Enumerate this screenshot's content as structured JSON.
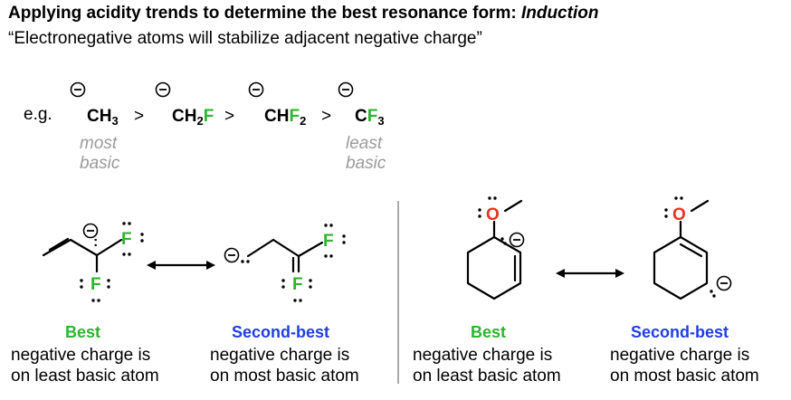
{
  "heading": {
    "title_main": "Applying acidity trends to determine the best resonance form: ",
    "title_italic": "Induction",
    "subtitle": "“Electronegative atoms will stabilize adjacent negative charge”"
  },
  "trend": {
    "prefix": "e.g.",
    "gt": ">",
    "sub2": "2",
    "sub3": "3",
    "ch3": "CH",
    "ch2": "CH",
    "c_only": "C",
    "f": "F",
    "f2": "F",
    "f3": "F",
    "most_basic": [
      "most",
      "basic"
    ],
    "least_basic": [
      "least",
      "basic"
    ]
  },
  "atoms": {
    "fluorine": "F",
    "oxygen": "O",
    "lone_pair": ":"
  },
  "panels": {
    "left_best": {
      "label": "Best",
      "desc": [
        "negative charge is",
        "on least basic atom"
      ]
    },
    "left_second": {
      "label": "Second-best",
      "desc": [
        "negative charge is",
        "on most basic atom"
      ]
    },
    "right_best": {
      "label": "Best",
      "desc": [
        "negative charge is",
        "on least basic atom"
      ]
    },
    "right_second": {
      "label": "Second-best",
      "desc": [
        "negative charge is",
        "on most basic atom"
      ]
    }
  },
  "colors": {
    "fluorine": "#2db52d",
    "oxygen": "#e8331e",
    "second_best": "#1f3ee6",
    "note": "#9a9a9a",
    "divider": "#aaaaaa"
  },
  "icons": [
    "negative-charge-icon",
    "resonance-arrow-icon"
  ]
}
